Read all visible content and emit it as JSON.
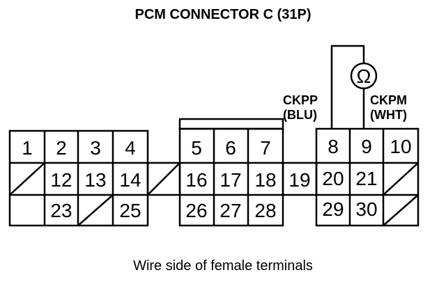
{
  "title": "PCM CONNECTOR C (31P)",
  "caption": "Wire side of female terminals",
  "labels": {
    "ckpp": "CKPP",
    "ckpp_color": "(BLU)",
    "ckpm": "CKPM",
    "ckpm_color": "(WHT)"
  },
  "sensor_symbol": "Ω",
  "pins": [
    {
      "id": "1",
      "label": "1"
    },
    {
      "id": "2",
      "label": "2"
    },
    {
      "id": "3",
      "label": "3"
    },
    {
      "id": "4",
      "label": "4"
    },
    {
      "id": "5",
      "label": "5"
    },
    {
      "id": "6",
      "label": "6"
    },
    {
      "id": "7",
      "label": "7"
    },
    {
      "id": "8",
      "label": "8"
    },
    {
      "id": "9",
      "label": "9"
    },
    {
      "id": "10",
      "label": "10"
    },
    {
      "id": "12",
      "label": "12"
    },
    {
      "id": "13",
      "label": "13"
    },
    {
      "id": "14",
      "label": "14"
    },
    {
      "id": "16",
      "label": "16"
    },
    {
      "id": "17",
      "label": "17"
    },
    {
      "id": "18",
      "label": "18"
    },
    {
      "id": "19",
      "label": "19"
    },
    {
      "id": "20",
      "label": "20"
    },
    {
      "id": "21",
      "label": "21"
    },
    {
      "id": "23",
      "label": "23"
    },
    {
      "id": "25",
      "label": "25"
    },
    {
      "id": "26",
      "label": "26"
    },
    {
      "id": "27",
      "label": "27"
    },
    {
      "id": "28",
      "label": "28"
    },
    {
      "id": "29",
      "label": "29"
    },
    {
      "id": "30",
      "label": "30"
    }
  ]
}
